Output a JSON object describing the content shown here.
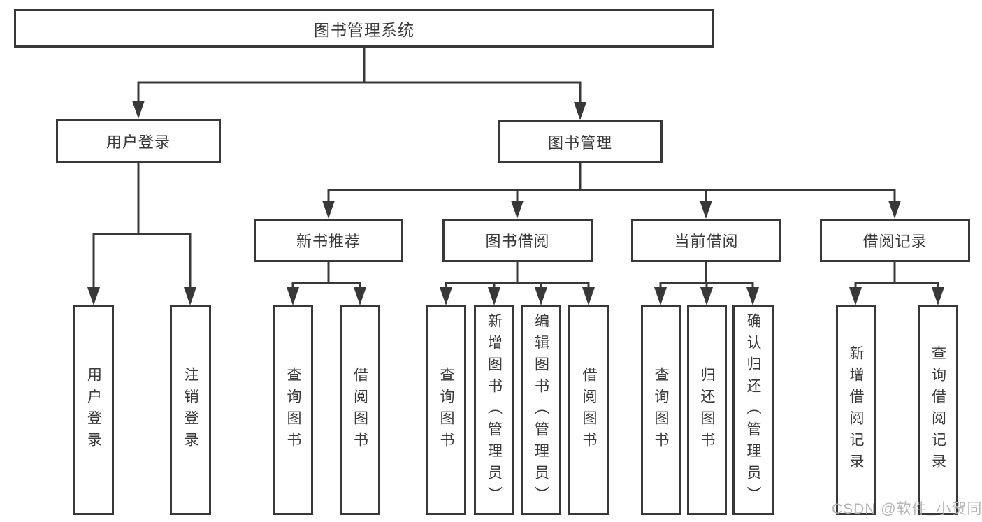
{
  "tree": {
    "root": {
      "label": "图书管理系统"
    },
    "branches": [
      {
        "label": "用户登录",
        "children": [
          {
            "label": "用户登录"
          },
          {
            "label": "注销登录"
          }
        ]
      },
      {
        "label": "图书管理",
        "children": [
          {
            "label": "新书推荐",
            "children": [
              {
                "label": "查询图书"
              },
              {
                "label": "借阅图书"
              }
            ]
          },
          {
            "label": "图书借阅",
            "children": [
              {
                "label": "查询图书"
              },
              {
                "label": "新增图书（管理员）"
              },
              {
                "label": "编辑图书（管理员）"
              },
              {
                "label": "借阅图书"
              }
            ]
          },
          {
            "label": "当前借阅",
            "children": [
              {
                "label": "查询图书"
              },
              {
                "label": "归还图书"
              },
              {
                "label": "确认归还（管理员）"
              }
            ]
          },
          {
            "label": "借阅记录",
            "children": [
              {
                "label": "新增借阅记录"
              },
              {
                "label": "查询借阅记录"
              }
            ]
          }
        ]
      }
    ]
  },
  "watermark": {
    "text": "CSDN @软件_小贺同学"
  },
  "colors": {
    "line": "#383838",
    "text": "#3a3a3a",
    "watermark": "#b0aeae",
    "background": "#ffffff"
  }
}
